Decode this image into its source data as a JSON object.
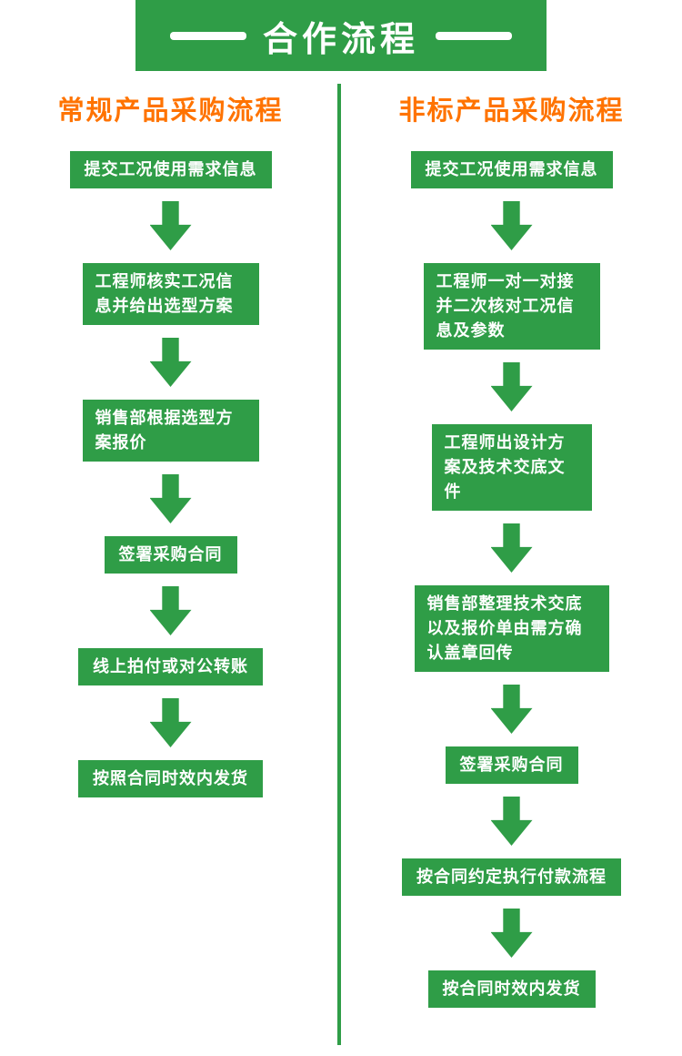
{
  "banner": {
    "title": "合作流程"
  },
  "columns": [
    {
      "title": "常规产品采购流程",
      "steps": [
        "提交工况使用需求信息",
        "工程师核实工况信息并给出选型方案",
        "销售部根据选型方案报价",
        "签署采购合同",
        "线上拍付或对公转账",
        "按照合同时效内发货"
      ]
    },
    {
      "title": "非标产品采购流程",
      "steps": [
        "提交工况使用需求信息",
        "工程师一对一对接并二次核对工况信息及参数",
        "工程师出设计方案及技术交底文件",
        "销售部整理技术交底以及报价单由需方确认盖章回传",
        "签署采购合同",
        "按合同约定执行付款流程",
        "按合同时效内发货"
      ]
    }
  ],
  "colors": {
    "green": "#2f9d47",
    "orange": "#ff7300",
    "banner_text": "#ffffff"
  }
}
